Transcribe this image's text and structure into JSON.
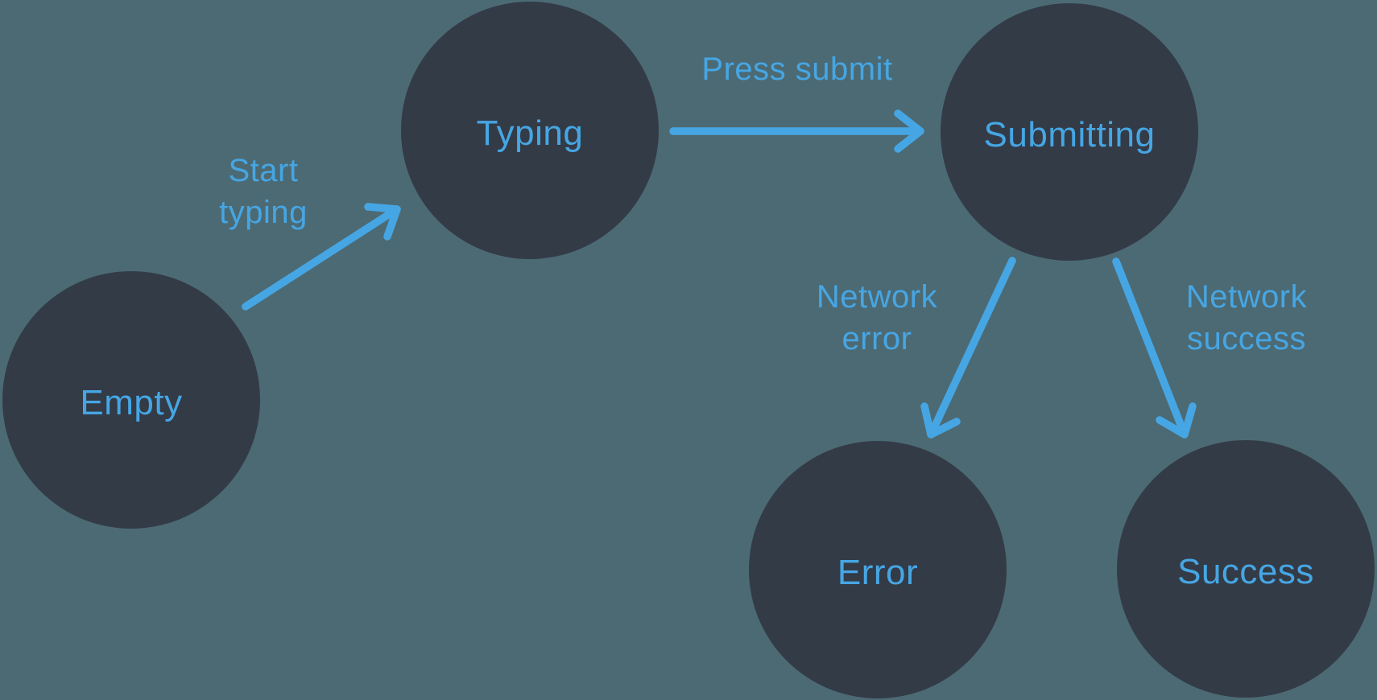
{
  "colors": {
    "background": "#4C6A74",
    "node_fill": "#333B47",
    "accent": "#46A6E4"
  },
  "diagram_type": "state-machine",
  "nodes": [
    {
      "id": "empty",
      "label": "Empty"
    },
    {
      "id": "typing",
      "label": "Typing"
    },
    {
      "id": "submitting",
      "label": "Submitting"
    },
    {
      "id": "error",
      "label": "Error"
    },
    {
      "id": "success",
      "label": "Success"
    }
  ],
  "edges": [
    {
      "id": "start-typing",
      "from": "empty",
      "to": "typing",
      "label": "Start\ntyping"
    },
    {
      "id": "press-submit",
      "from": "typing",
      "to": "submitting",
      "label": "Press submit"
    },
    {
      "id": "network-error",
      "from": "submitting",
      "to": "error",
      "label": "Network\nerror"
    },
    {
      "id": "network-success",
      "from": "submitting",
      "to": "success",
      "label": "Network\nsuccess"
    }
  ]
}
